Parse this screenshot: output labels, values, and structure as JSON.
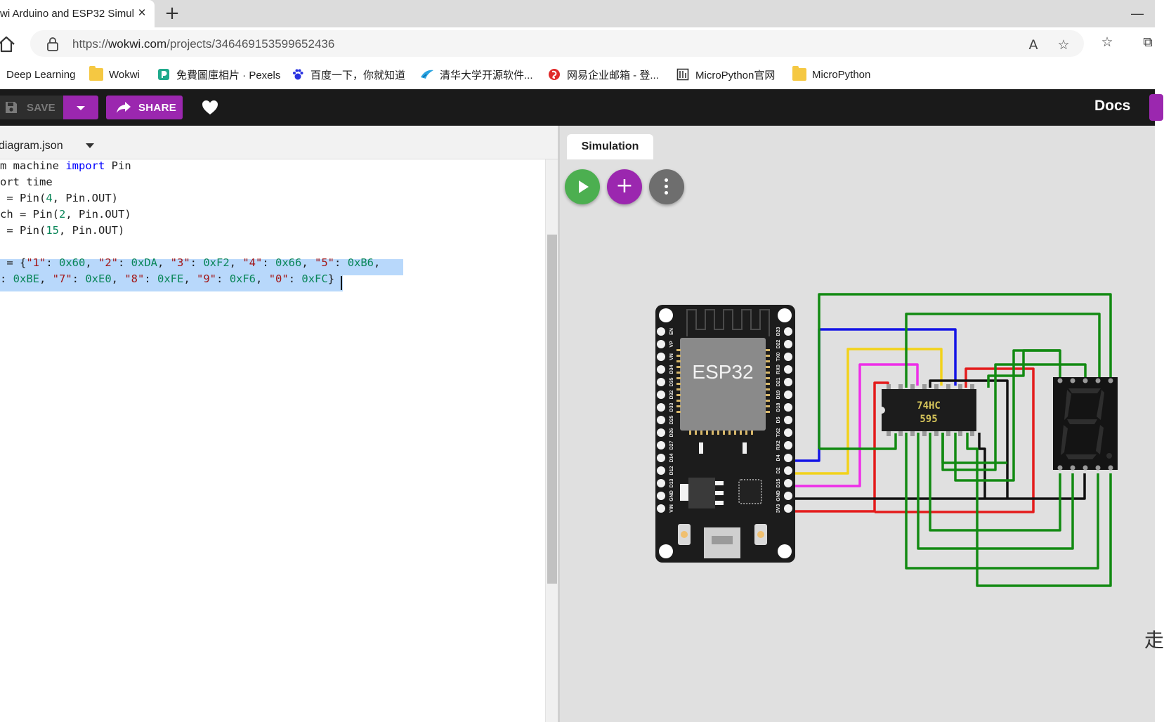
{
  "browser": {
    "tab_title": "wi Arduino and ESP32 Simul",
    "tab_close": "×",
    "new_tab": "+",
    "window_minimize": "—",
    "url_prefix": "https://",
    "url_host": "wokwi.com",
    "url_path": "/projects/346469153599652436",
    "read_aloud": "A",
    "favorite": "☆",
    "favorites": "☆",
    "collections": "⧉"
  },
  "bookmarks": [
    {
      "label": "Deep Learning",
      "icon": "none"
    },
    {
      "label": "Wokwi",
      "icon": "folder-icon"
    },
    {
      "label": "免費圖庫相片 · Pexels",
      "icon": "pexels-icon"
    },
    {
      "label": "百度一下，你就知道",
      "icon": "baidu-icon"
    },
    {
      "label": "清华大学开源软件...",
      "icon": "tsinghua-icon"
    },
    {
      "label": "网易企业邮箱 - 登...",
      "icon": "netease-icon"
    },
    {
      "label": "MicroPython官网",
      "icon": "micropython-icon"
    },
    {
      "label": "MicroPython",
      "icon": "folder-icon"
    }
  ],
  "toolbar": {
    "save_label": "SAVE",
    "share_label": "SHARE",
    "docs_label": "Docs"
  },
  "editor": {
    "file_tab": "diagram.json",
    "code": [
      [
        [
          "m machine ",
          ""
        ],
        [
          "import",
          "kw"
        ],
        [
          " Pin",
          ""
        ]
      ],
      [
        [
          "ort time",
          ""
        ]
      ],
      [
        [
          " = Pin(",
          ""
        ],
        [
          "4",
          "num"
        ],
        [
          ", Pin.OUT)",
          ""
        ]
      ],
      [
        [
          "ch = Pin(",
          ""
        ],
        [
          "2",
          "num"
        ],
        [
          ", Pin.OUT)",
          ""
        ]
      ],
      [
        [
          " = Pin(",
          ""
        ],
        [
          "15",
          "num"
        ],
        [
          ", Pin.OUT)",
          ""
        ]
      ],
      [],
      [
        [
          " = {",
          ""
        ],
        [
          "\"1\"",
          "str"
        ],
        [
          ": ",
          ""
        ],
        [
          "0x60",
          "num"
        ],
        [
          ", ",
          ""
        ],
        [
          "\"2\"",
          "str"
        ],
        [
          ": ",
          ""
        ],
        [
          "0xDA",
          "num"
        ],
        [
          ", ",
          ""
        ],
        [
          "\"3\"",
          "str"
        ],
        [
          ": ",
          ""
        ],
        [
          "0xF2",
          "num"
        ],
        [
          ", ",
          ""
        ],
        [
          "\"4\"",
          "str"
        ],
        [
          ": ",
          ""
        ],
        [
          "0x66",
          "num"
        ],
        [
          ", ",
          ""
        ],
        [
          "\"5\"",
          "str"
        ],
        [
          ": ",
          ""
        ],
        [
          "0xB6",
          "num"
        ],
        [
          ",",
          ""
        ]
      ],
      [
        [
          ": ",
          ""
        ],
        [
          "0xBE",
          "num"
        ],
        [
          ", ",
          ""
        ],
        [
          "\"7\"",
          "str"
        ],
        [
          ": ",
          ""
        ],
        [
          "0xE0",
          "num"
        ],
        [
          ", ",
          ""
        ],
        [
          "\"8\"",
          "str"
        ],
        [
          ": ",
          ""
        ],
        [
          "0xFE",
          "num"
        ],
        [
          ", ",
          ""
        ],
        [
          "\"9\"",
          "str"
        ],
        [
          ": ",
          ""
        ],
        [
          "0xF6",
          "num"
        ],
        [
          ", ",
          ""
        ],
        [
          "\"0\"",
          "str"
        ],
        [
          ": ",
          ""
        ],
        [
          "0xFC",
          "num"
        ],
        [
          "}",
          ""
        ]
      ]
    ]
  },
  "simulation": {
    "tab_label": "Simulation",
    "add_label": "+",
    "esp32_label": "ESP32",
    "chip_label_1": "74HC",
    "chip_label_2": "595",
    "left_pins": [
      "EN",
      "VP",
      "VN",
      "D34",
      "D35",
      "D32",
      "D33",
      "D25",
      "D26",
      "D27",
      "D14",
      "D12",
      "D13",
      "GND",
      "VIN"
    ],
    "right_pins": [
      "D23",
      "D22",
      "TX0",
      "RX0",
      "D21",
      "D19",
      "D18",
      "D5",
      "TX2",
      "RX2",
      "D4",
      "D2",
      "D15",
      "GND",
      "3V3"
    ],
    "corner_glyph": "走"
  },
  "colors": {
    "accent": "#9b27af",
    "run": "#4caf50",
    "wire_green": "#128a12",
    "wire_blue": "#1414e6",
    "wire_yellow": "#f2d21a",
    "wire_magenta": "#ee2ee8",
    "wire_red": "#e41b1b",
    "wire_black": "#101010"
  }
}
